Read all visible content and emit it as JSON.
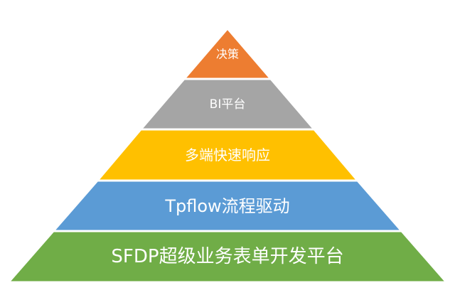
{
  "diagram": {
    "layers": [
      {
        "label": "决策",
        "color": "#ed7d31"
      },
      {
        "label": "BI平台",
        "color": "#a5a5a5"
      },
      {
        "label": "多端快速响应",
        "color": "#ffc000"
      },
      {
        "label": "Tpflow流程驱动",
        "color": "#5b9bd5"
      },
      {
        "label": "SFDP超级业务表单开发平台",
        "color": "#70ad47"
      }
    ]
  }
}
